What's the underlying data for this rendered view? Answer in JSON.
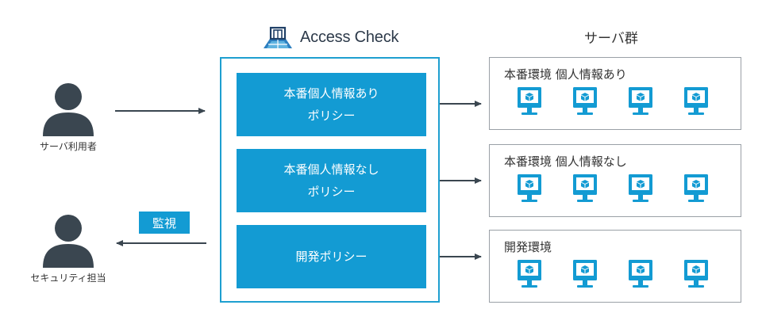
{
  "logo": {
    "text": "Access Check"
  },
  "users": {
    "server_user": "サーバ利用者",
    "security_officer": "セキュリティ担当"
  },
  "watch_label": "監視",
  "policies": [
    {
      "line1": "本番個人情報あり",
      "line2": "ポリシー"
    },
    {
      "line1": "本番個人情報なし",
      "line2": "ポリシー"
    },
    {
      "line1": "開発ポリシー",
      "line2": ""
    }
  ],
  "servers": {
    "title": "サーバ群",
    "groups": [
      {
        "label": "本番環境 個人情報あり"
      },
      {
        "label": "本番環境 個人情報なし"
      },
      {
        "label": "開発環境"
      }
    ]
  },
  "colors": {
    "accent": "#139bd3",
    "icon_dark": "#3a4650",
    "arrow": "#3a4650",
    "border": "#9aa0a6"
  }
}
